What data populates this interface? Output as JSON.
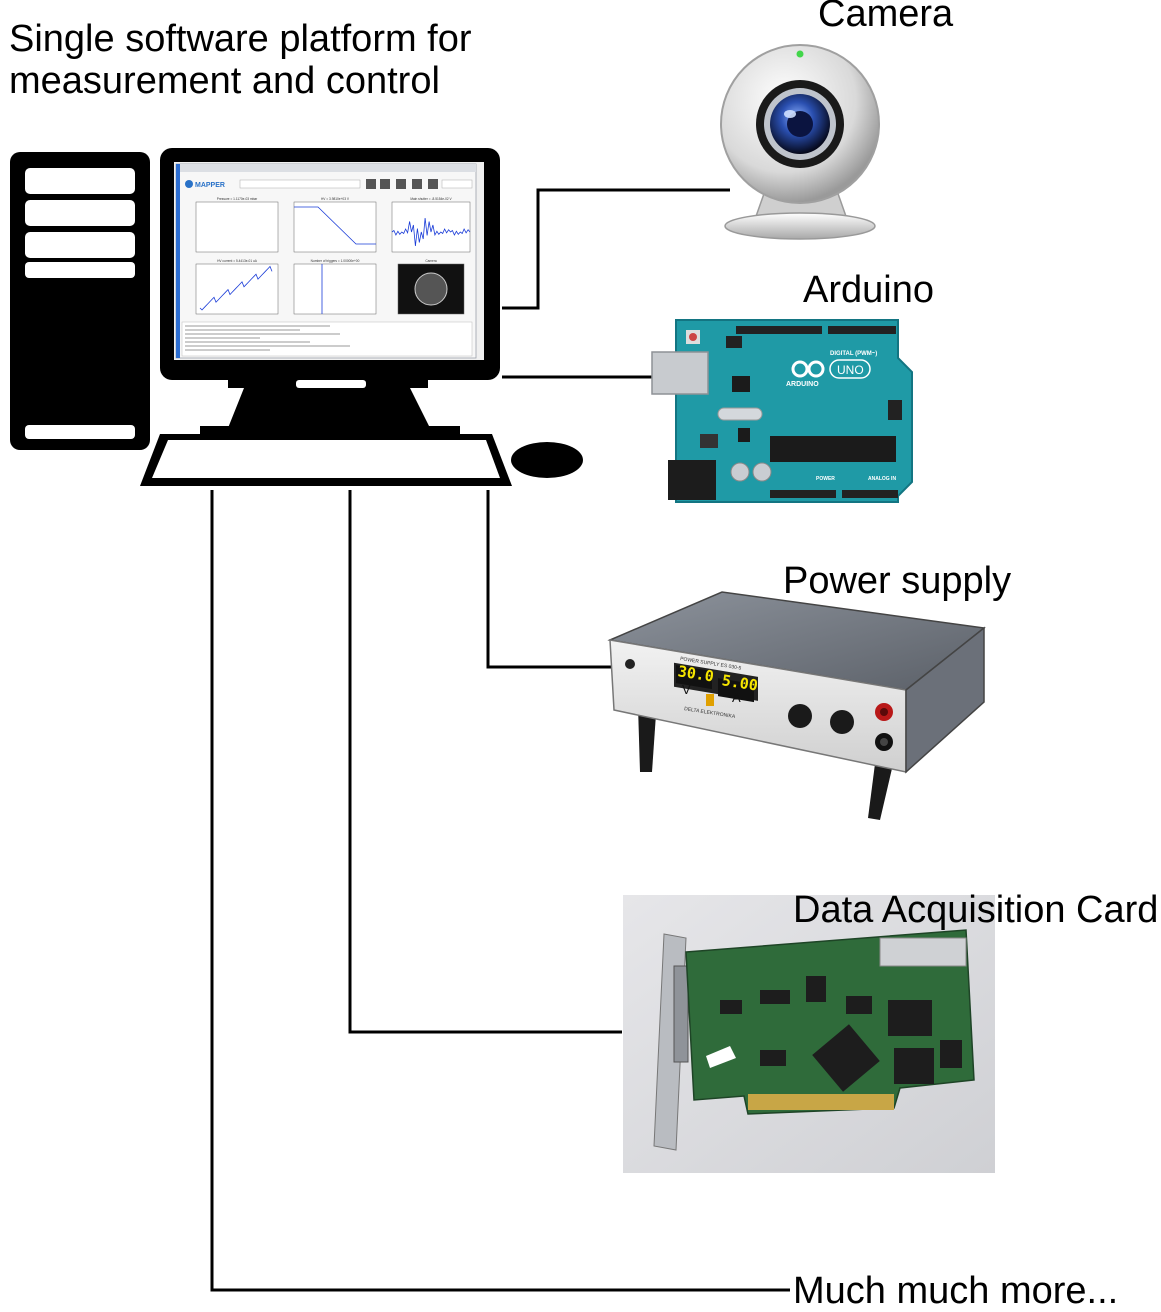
{
  "title": "Single software platform for\nmeasurement and control",
  "devices": {
    "camera": "Camera",
    "arduino": "Arduino",
    "power_supply": "Power supply",
    "daq": "Data Acquisition Card",
    "more": "Much much more..."
  },
  "screen": {
    "logo": "MAPPER",
    "plot_titles": [
      "Pressure = 1.1170e-03 mbar",
      "HV = 3.9810e+03 V",
      "Main shutter = -8.5154e-02 V",
      "HV current = 5.4413e-01 uA",
      "Number of triggers = 1.00000e+00",
      "Camera"
    ]
  },
  "arduino_text": {
    "brand": "ARDUINO",
    "model": "UNO",
    "digital": "DIGITAL (PWM~)",
    "analog": "ANALOG IN",
    "power": "POWER"
  },
  "power_supply_text": {
    "voltage_display": "30.0",
    "current_display": "5.00",
    "voltage_unit": "V",
    "current_unit": "A",
    "brand": "DELTA ELEKTRONIKA",
    "model": "POWER SUPPLY ES 030-5"
  },
  "colors": {
    "arduino_board": "#1f9aa6",
    "daq_board": "#2f6b3a",
    "ps_display": "#f6e600",
    "plot_line": "#1a3cd8"
  }
}
